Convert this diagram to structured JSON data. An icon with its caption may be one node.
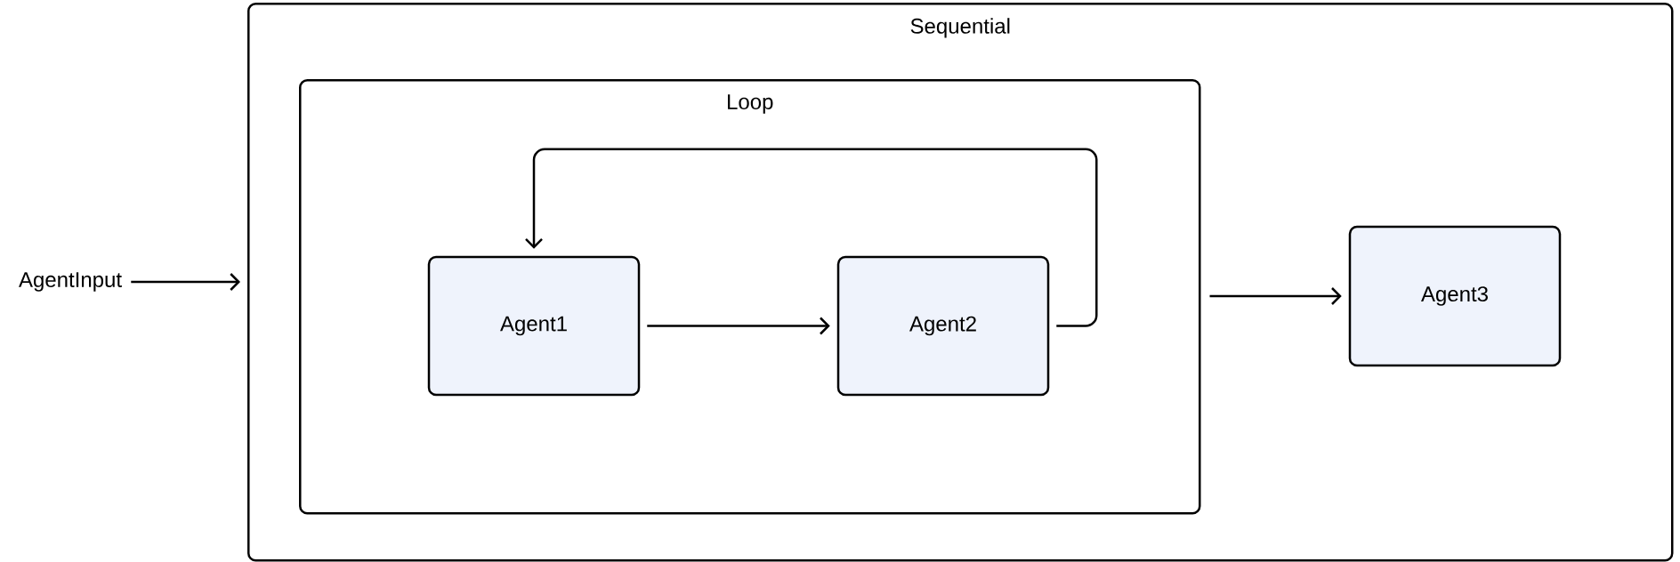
{
  "diagram": {
    "nodes": [
      {
        "text": [
          "Sequential"
        ]
      },
      {
        "text": [
          "Loop"
        ],
        "in": 0
      },
      {
        "text": [
          "Agent1"
        ],
        "in": 1
      },
      {
        "text": [
          "Agent2"
        ],
        "in": 1
      },
      {
        "text": [
          "Agent3"
        ],
        "in": 0
      },
      {
        "text": [
          "AgentInput"
        ]
      }
    ],
    "edges": [
      {
        "from": 5,
        "to": 0,
        "arrow": "to"
      },
      {
        "from": 2,
        "to": 3,
        "arrow": "to"
      },
      {
        "from": 3,
        "to": 2,
        "arrow": "to"
      },
      {
        "from": 1,
        "to": 4,
        "arrow": "to"
      }
    ]
  }
}
